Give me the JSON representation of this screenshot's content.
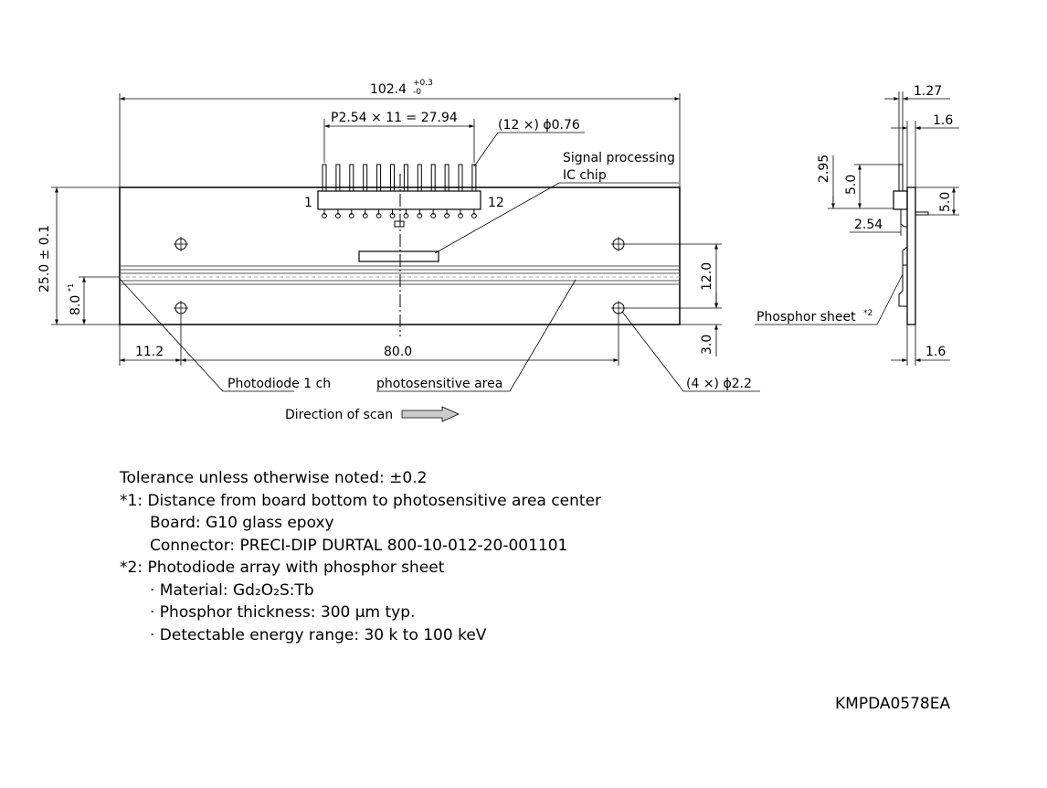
{
  "dimensions": {
    "total_width": "102.4",
    "total_width_tol_plus": "+0.3",
    "total_width_tol_minus": "-0",
    "pin_pitch": "P2.54 × 11 = 27.94",
    "pin_dia": "(12 ×) ϕ0.76",
    "board_height": "25.0 ± 0.1",
    "area_center": "8.0",
    "area_center_note": "*1",
    "hole_vertical": "12.0",
    "hole_bottom": "3.0",
    "left_offset": "11.2",
    "hole_spacing": "80.0",
    "hole_dia": "(4 ×) ϕ2.2",
    "side_127": "1.27",
    "side_16_top": "1.6",
    "side_295": "2.95",
    "side_50_left": "5.0",
    "side_50_right": "5.0",
    "side_254": "2.54",
    "side_16_bottom": "1.6"
  },
  "labels": {
    "pin_1": "1",
    "pin_12": "12",
    "signal_ic_line1": "Signal processing",
    "signal_ic_line2": "IC chip",
    "photodiode": "Photodiode 1 ch",
    "photosensitive": "photosensitive area",
    "direction": "Direction of scan",
    "phosphor": "Phosphor sheet",
    "phosphor_note": "*2"
  },
  "notes": {
    "tolerance": "Tolerance unless otherwise noted: ±0.2",
    "n1": "*1: Distance from board bottom to photosensitive area center",
    "n1_board": "Board: G10 glass epoxy",
    "n1_connector": "Connector: PRECI-DIP DURTAL 800-10-012-20-001101",
    "n2": "*2: Photodiode array with phosphor sheet",
    "n2_material": "· Material: Gd₂O₂S:Tb",
    "n2_thickness": "· Phosphor thickness: 300 μm typ.",
    "n2_range": "· Detectable energy range: 30 k to 100 keV"
  },
  "drawing_code": "KMPDA0578EA"
}
